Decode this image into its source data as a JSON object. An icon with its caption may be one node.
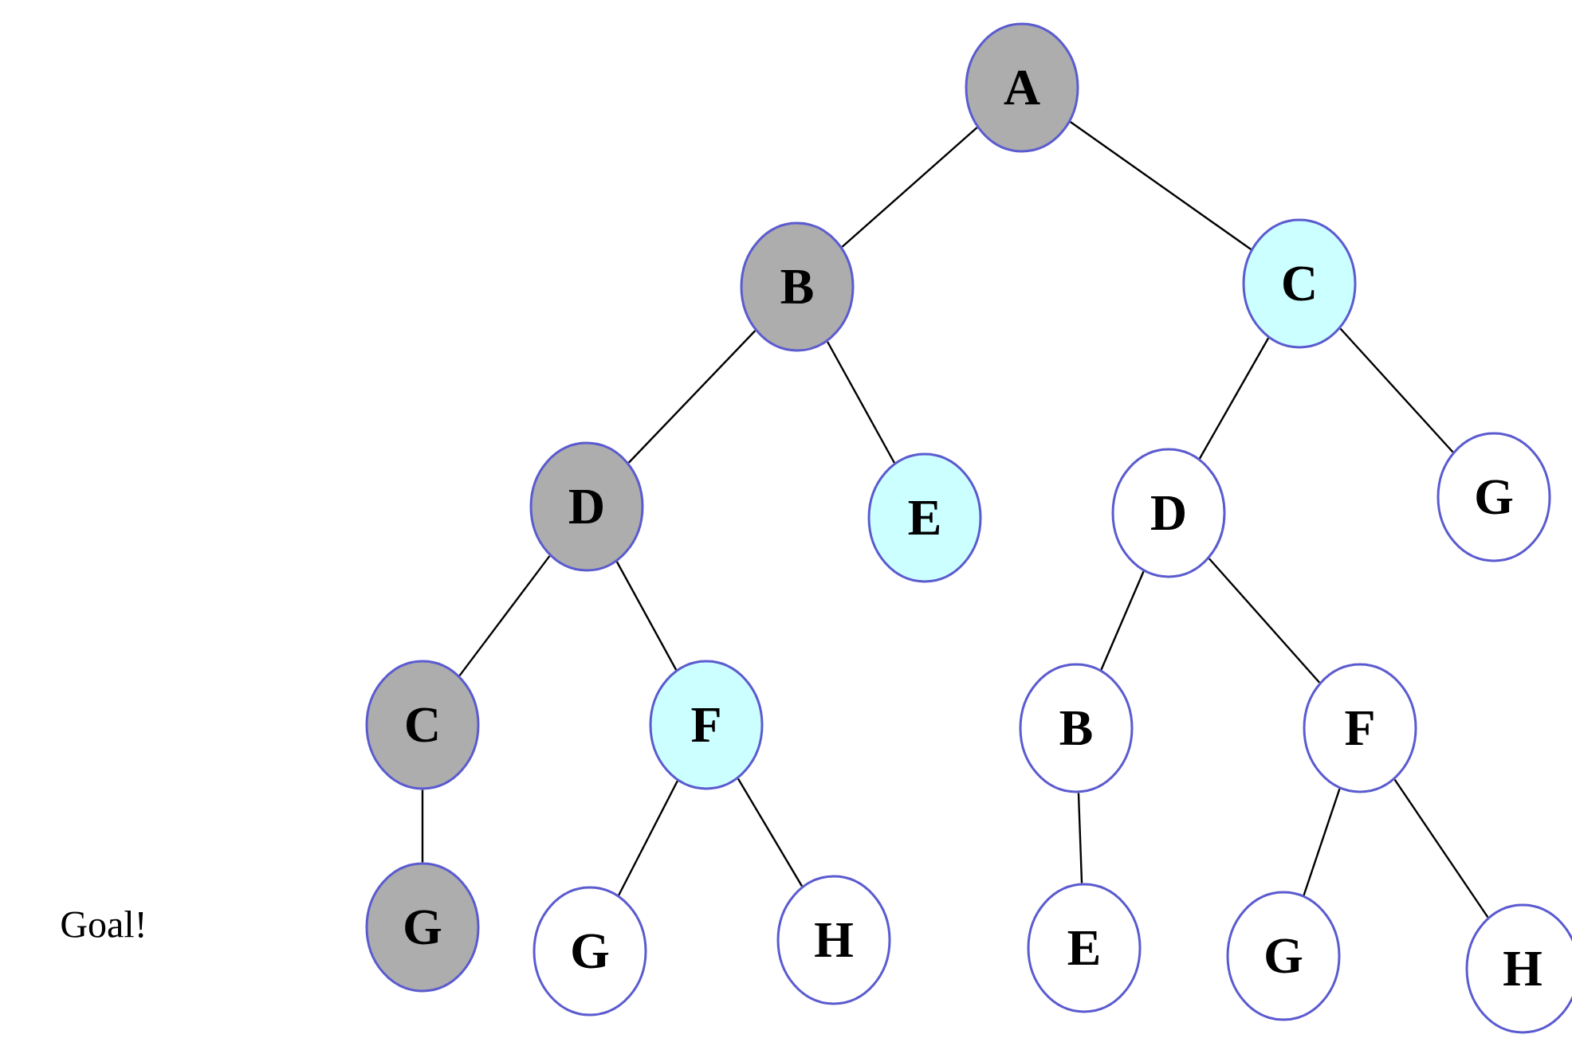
{
  "diagram": {
    "nodes": [
      {
        "text": [
          "A"
        ]
      },
      {
        "text": [
          "B"
        ]
      },
      {
        "text": [
          "C"
        ]
      },
      {
        "text": [
          "D"
        ]
      },
      {
        "text": [
          "E"
        ]
      },
      {
        "text": [
          "D"
        ]
      },
      {
        "text": [
          "G"
        ]
      },
      {
        "text": [
          "C"
        ]
      },
      {
        "text": [
          "F"
        ]
      },
      {
        "text": [
          "B"
        ]
      },
      {
        "text": [
          "F"
        ]
      },
      {
        "text": [
          "G"
        ]
      },
      {
        "text": [
          "G"
        ]
      },
      {
        "text": [
          "H"
        ]
      },
      {
        "text": [
          "E"
        ]
      },
      {
        "text": [
          "G"
        ]
      },
      {
        "text": [
          "H"
        ]
      }
    ],
    "edges": [
      {
        "from": 0,
        "to": 1,
        "arrow": "none"
      },
      {
        "from": 0,
        "to": 2,
        "arrow": "none"
      },
      {
        "from": 1,
        "to": 3,
        "arrow": "none"
      },
      {
        "from": 1,
        "to": 4,
        "arrow": "none"
      },
      {
        "from": 2,
        "to": 5,
        "arrow": "none"
      },
      {
        "from": 2,
        "to": 6,
        "arrow": "none"
      },
      {
        "from": 3,
        "to": 7,
        "arrow": "none"
      },
      {
        "from": 3,
        "to": 8,
        "arrow": "none"
      },
      {
        "from": 5,
        "to": 9,
        "arrow": "none"
      },
      {
        "from": 5,
        "to": 10,
        "arrow": "none"
      },
      {
        "from": 7,
        "to": 11,
        "arrow": "none"
      },
      {
        "from": 8,
        "to": 12,
        "arrow": "none"
      },
      {
        "from": 8,
        "to": 13,
        "arrow": "none"
      },
      {
        "from": 9,
        "to": 14,
        "arrow": "none"
      },
      {
        "from": 10,
        "to": 15,
        "arrow": "none"
      },
      {
        "from": 10,
        "to": 16,
        "arrow": "none"
      }
    ],
    "labels": [
      "Goal!"
    ]
  }
}
